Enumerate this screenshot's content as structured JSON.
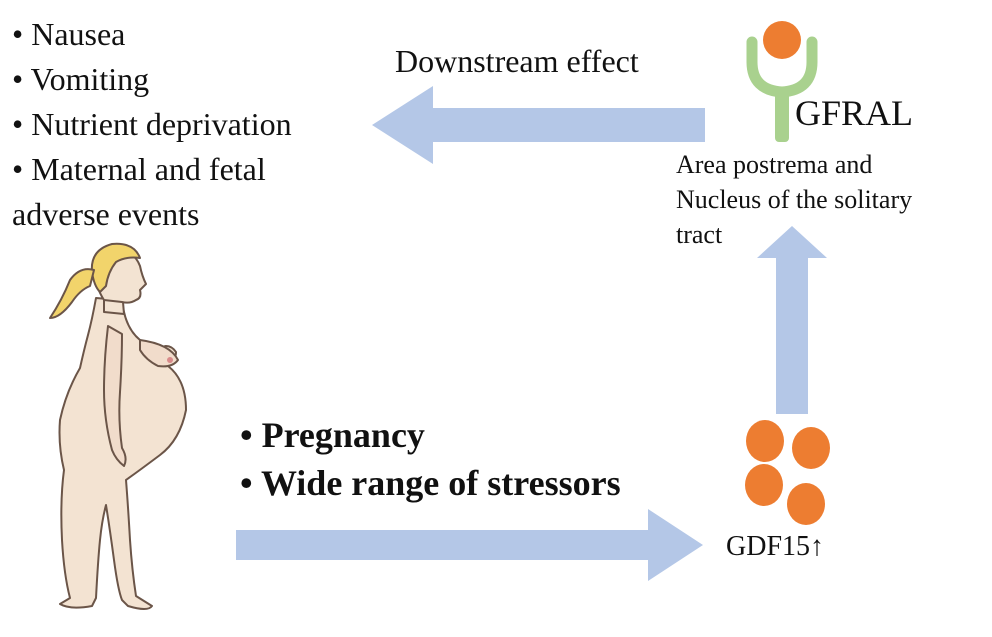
{
  "symptoms": [
    "• Nausea",
    "• Vomiting",
    "• Nutrient deprivation",
    "• Maternal and fetal",
    "adverse events"
  ],
  "downstream_label": "Downstream effect",
  "receptor_label": "GFRAL",
  "region_lines": [
    "Area postrema and",
    "Nucleus of the solitary",
    "tract"
  ],
  "triggers": [
    "• Pregnancy",
    "• Wide range of stressors"
  ],
  "gdf15_label": "GDF15↑",
  "colors": {
    "arrow": "#b4c7e7",
    "gdf15_particle": "#ed7d31",
    "receptor": "#a9d18e",
    "skin": "#f3e3d2",
    "hair": "#f2d46b"
  }
}
